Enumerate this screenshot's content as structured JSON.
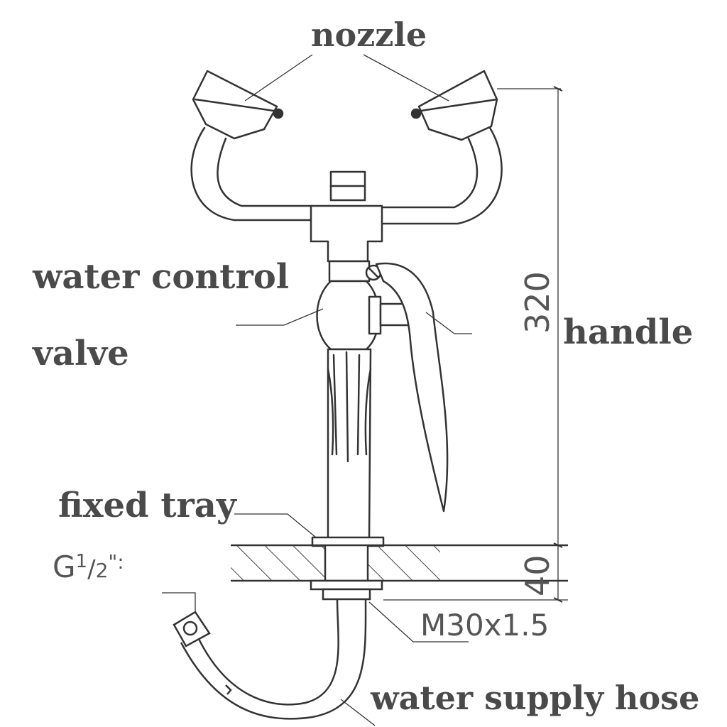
{
  "labels": {
    "nozzle": "nozzle",
    "water_control": "water control",
    "valve": "valve",
    "handle": "handle",
    "fixed_tray": "fixed tray",
    "water_supply_hose": "water supply hose"
  },
  "dimensions": {
    "height_main": "320",
    "height_base": "40",
    "thread": "M30x1.5",
    "pipe_thread_g": "G",
    "pipe_thread_num": "1",
    "pipe_thread_den": "2",
    "pipe_thread_unit": "\":"
  },
  "colors": {
    "line": "#333333",
    "text": "#4a4a4a",
    "hatch": "#444444"
  }
}
